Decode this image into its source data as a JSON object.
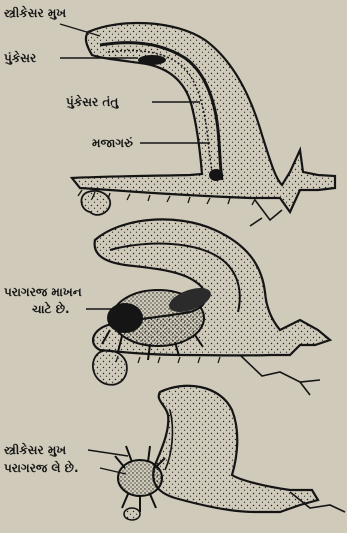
{
  "labels": {
    "stigma_top": "સ્ત્રીકેસર મુખ",
    "anther": "પુંકેસર",
    "filament": "પુંકેસર તંતુ",
    "nectary": "મજાગરું",
    "pollen_eat_line1": "પરાગરજ માખન",
    "pollen_eat_line2": "ચાટે છે.",
    "stigma_bottom": "સ્ત્રીકેસર મુખ",
    "pollen_take": "પરાગરજ લે છે."
  },
  "colors": {
    "paper": "#cfcaba",
    "ink": "#151515"
  }
}
